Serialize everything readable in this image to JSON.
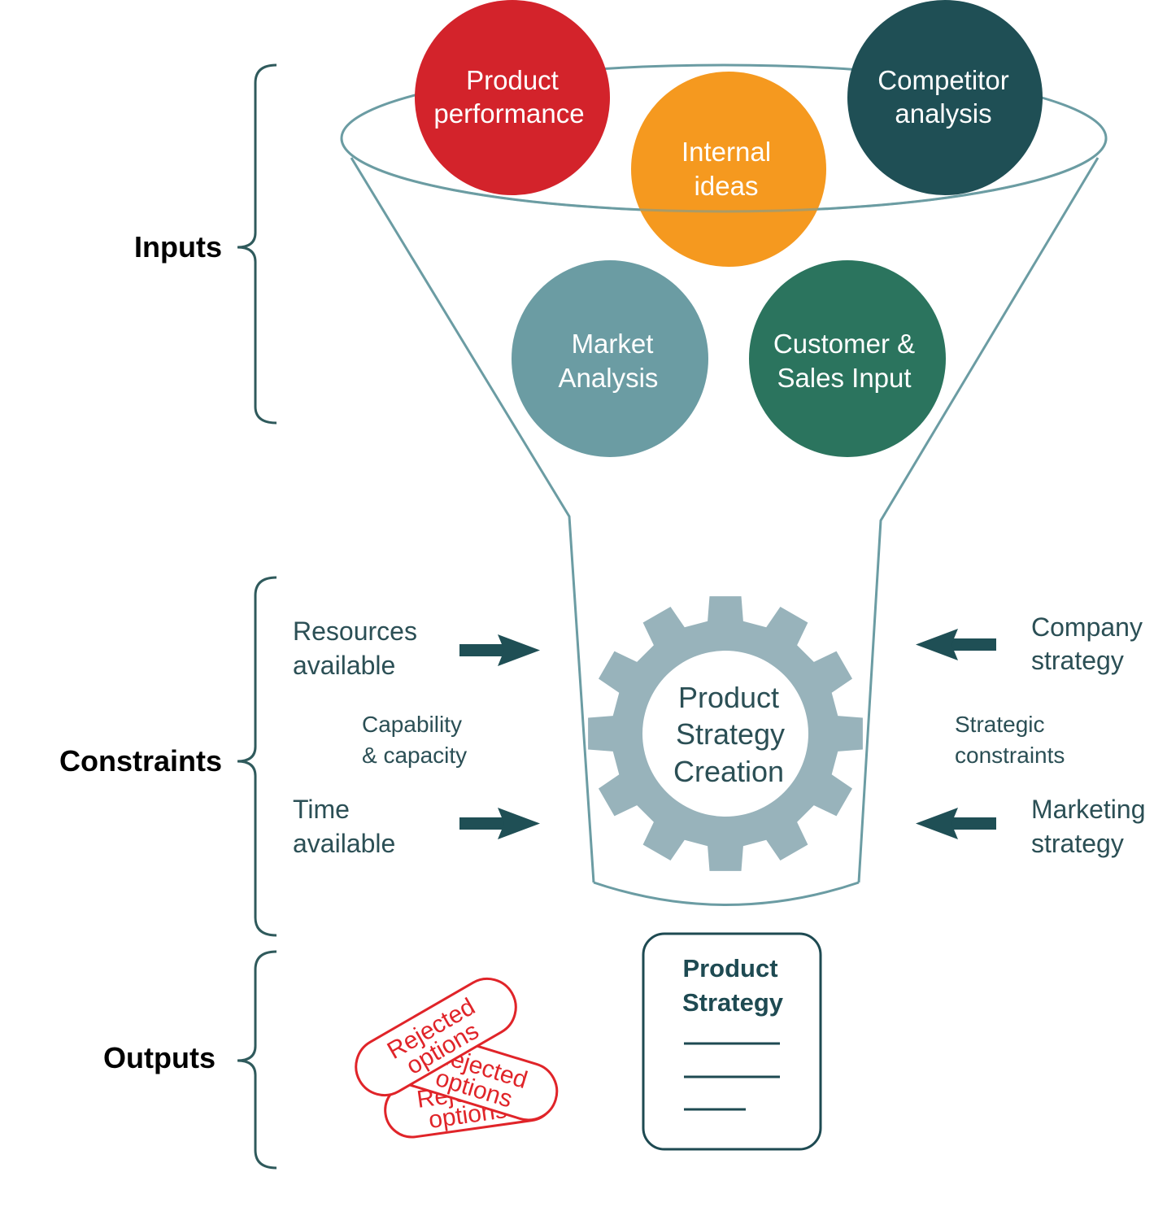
{
  "sections": {
    "inputs": "Inputs",
    "constraints": "Constraints",
    "outputs": "Outputs"
  },
  "inputs": {
    "product_performance": {
      "line1": "Product",
      "line2": "performance",
      "color": "#d3232b"
    },
    "internal_ideas": {
      "line1": "Internal",
      "line2": "ideas",
      "color": "#f5991f"
    },
    "competitor_analysis": {
      "line1": "Competitor",
      "line2": "analysis",
      "color": "#1f4f55"
    },
    "market_analysis": {
      "line1": "Market",
      "line2": "Analysis",
      "color": "#6b9ca3"
    },
    "customer_sales": {
      "line1": "Customer &",
      "line2": "Sales Input",
      "color": "#2b745e"
    }
  },
  "constraints": {
    "resources": {
      "line1": "Resources",
      "line2": "available"
    },
    "capability": {
      "line1": "Capability",
      "line2": "& capacity"
    },
    "time": {
      "line1": "Time",
      "line2": "available"
    },
    "company_strategy": {
      "line1": "Company",
      "line2": "strategy"
    },
    "strategic_constraints": {
      "line1": "Strategic",
      "line2": "constraints"
    },
    "marketing_strategy": {
      "line1": "Marketing",
      "line2": "strategy"
    }
  },
  "gear": {
    "line1": "Product",
    "line2": "Strategy",
    "line3": "Creation",
    "color": "#98b3bb"
  },
  "outputs": {
    "document_line1": "Product",
    "document_line2": "Strategy",
    "rejected_line1": "Rejected",
    "rejected_line2": "options"
  },
  "colors": {
    "funnel_stroke": "#6b9ca3",
    "bracket_stroke": "#2f5a5c",
    "arrow": "#1f4f55",
    "rejected": "#e02429"
  }
}
